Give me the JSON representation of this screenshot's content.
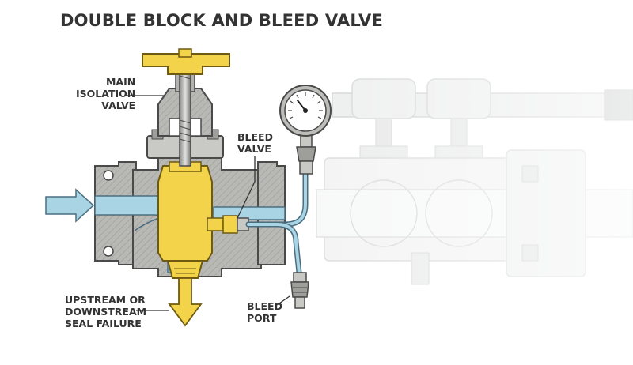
{
  "diagram": {
    "title": "DOUBLE BLOCK AND BLEED VALVE",
    "labels": {
      "main_isolation_valve": [
        "MAIN",
        "ISOLATION",
        "VALVE"
      ],
      "bleed_valve": [
        "BLEED",
        "VALVE"
      ],
      "seal_failure": [
        "UPSTREAM OR",
        "DOWNSTREAM",
        "SEAL FAILURE"
      ],
      "bleed_port": [
        "BLEED",
        "PORT"
      ]
    },
    "colors": {
      "body_gray": "#b5b5b2",
      "outline": "#4a4a4a",
      "flow_blue": "#a8d4e4",
      "seal_yellow": "#f2d34a"
    },
    "icons": [
      "pressure-gauge-icon",
      "flow-arrow-icon",
      "handwheel-icon"
    ]
  }
}
